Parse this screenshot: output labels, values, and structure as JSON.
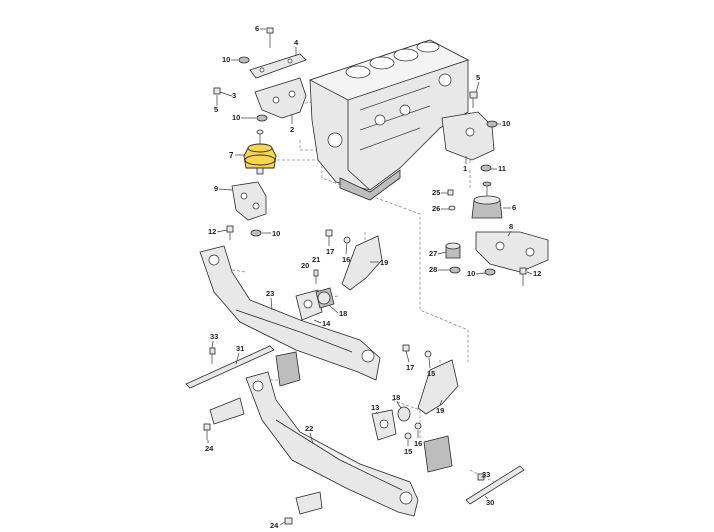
{
  "diagram": {
    "highlight_color": "#f6d64a",
    "callouts": [
      {
        "id": "c-6a",
        "label": "6"
      },
      {
        "id": "c-10a",
        "label": "10"
      },
      {
        "id": "c-4",
        "label": "4"
      },
      {
        "id": "c-5a",
        "label": "5"
      },
      {
        "id": "c-10b",
        "label": "10"
      },
      {
        "id": "c-2",
        "label": "2"
      },
      {
        "id": "c-3",
        "label": "3"
      },
      {
        "id": "c-7",
        "label": "7"
      },
      {
        "id": "c-9",
        "label": "9"
      },
      {
        "id": "c-12a",
        "label": "12"
      },
      {
        "id": "c-10c",
        "label": "10"
      },
      {
        "id": "c-5b",
        "label": "5"
      },
      {
        "id": "c-10d",
        "label": "10"
      },
      {
        "id": "c-1",
        "label": "1"
      },
      {
        "id": "c-11",
        "label": "11"
      },
      {
        "id": "c-25",
        "label": "25"
      },
      {
        "id": "c-26",
        "label": "26"
      },
      {
        "id": "c-6b",
        "label": "6"
      },
      {
        "id": "c-8",
        "label": "8"
      },
      {
        "id": "c-27",
        "label": "27"
      },
      {
        "id": "c-28",
        "label": "28"
      },
      {
        "id": "c-10e",
        "label": "10"
      },
      {
        "id": "c-12b",
        "label": "12"
      },
      {
        "id": "c-17a",
        "label": "17"
      },
      {
        "id": "c-16a",
        "label": "16"
      },
      {
        "id": "c-19a",
        "label": "19"
      },
      {
        "id": "c-20",
        "label": "20"
      },
      {
        "id": "c-21",
        "label": "21"
      },
      {
        "id": "c-23",
        "label": "23"
      },
      {
        "id": "c-14",
        "label": "14"
      },
      {
        "id": "c-18a",
        "label": "18"
      },
      {
        "id": "c-33a",
        "label": "33"
      },
      {
        "id": "c-31",
        "label": "31"
      },
      {
        "id": "c-17b",
        "label": "17"
      },
      {
        "id": "c-15",
        "label": "15"
      },
      {
        "id": "c-19b",
        "label": "19"
      },
      {
        "id": "c-18b",
        "label": "18"
      },
      {
        "id": "c-13",
        "label": "13"
      },
      {
        "id": "c-16b",
        "label": "16"
      },
      {
        "id": "c-22",
        "label": "22"
      },
      {
        "id": "c-15b",
        "label": "15"
      },
      {
        "id": "c-24a",
        "label": "24"
      },
      {
        "id": "c-33b",
        "label": "33"
      },
      {
        "id": "c-30",
        "label": "30"
      },
      {
        "id": "c-24b",
        "label": "24"
      }
    ]
  }
}
